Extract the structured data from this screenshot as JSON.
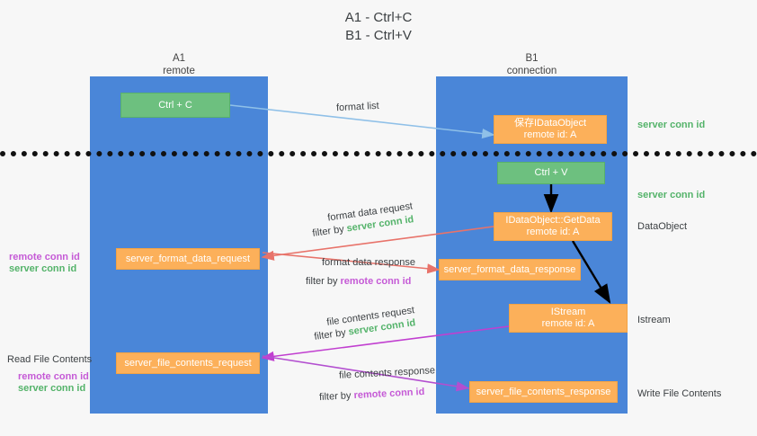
{
  "title": {
    "line1": "A1 - Ctrl+C",
    "line2": "B1 - Ctrl+V"
  },
  "columns": {
    "left": {
      "name": "A1",
      "role": "remote"
    },
    "right": {
      "name": "B1",
      "role": "connection"
    }
  },
  "boxes": {
    "ctrl_c": {
      "line1": "Ctrl + C"
    },
    "ctrl_v": {
      "line1": "Ctrl + V"
    },
    "save_idataobject": {
      "line1": "保存IDataObject",
      "line2": "remote id: A"
    },
    "getdata": {
      "line1": "IDataObject::GetData",
      "line2": "remote id: A"
    },
    "istream": {
      "line1": "IStream",
      "line2": "remote id: A"
    },
    "server_format_data_request": {
      "line1": "server_format_data_request"
    },
    "server_format_data_response": {
      "line1": "server_format_data_response"
    },
    "server_file_contents_request": {
      "line1": "server_file_contents_request"
    },
    "server_file_contents_response": {
      "line1": "server_file_contents_response"
    }
  },
  "edge_labels": {
    "format_list": "format list",
    "format_data_request": "format data request",
    "format_data_request_filter_prefix": "filter by ",
    "format_data_request_filter_value": "server conn id",
    "format_data_response": "format data response",
    "format_data_response_filter_prefix": "filter by ",
    "format_data_response_filter_value": "remote conn id",
    "file_contents_request": "file contents request",
    "file_contents_request_filter_prefix": "filter by ",
    "file_contents_request_filter_value": "server conn id",
    "file_contents_response": "file contents response",
    "file_contents_response_filter_prefix": "filter by ",
    "file_contents_response_filter_value": "remote conn id"
  },
  "right_annotations": {
    "server_conn_id_1": "server conn id",
    "server_conn_id_2": "server conn id",
    "dataobject": "DataObject",
    "istream": "Istream",
    "write_file_contents": "Write File Contents"
  },
  "left_annotations": {
    "remote_conn_id_1": "remote conn id",
    "server_conn_id_1": "server conn id",
    "read_file_contents": "Read File Contents",
    "remote_conn_id_2": "remote conn id",
    "server_conn_id_2": "server conn id"
  },
  "colors": {
    "lane": "#4a86d8",
    "green_box": "#6dc07f",
    "orange_box": "#fcb05a",
    "green_text": "#54b36a",
    "magenta_text": "#c55ad6",
    "blue_arrow": "#8fc0e8",
    "red_arrow": "#e8736a",
    "magenta_arrow": "#c13fd0",
    "purple_arrow": "#9b3fd0",
    "black_arrow": "#000000",
    "background": "#f7f7f7"
  }
}
